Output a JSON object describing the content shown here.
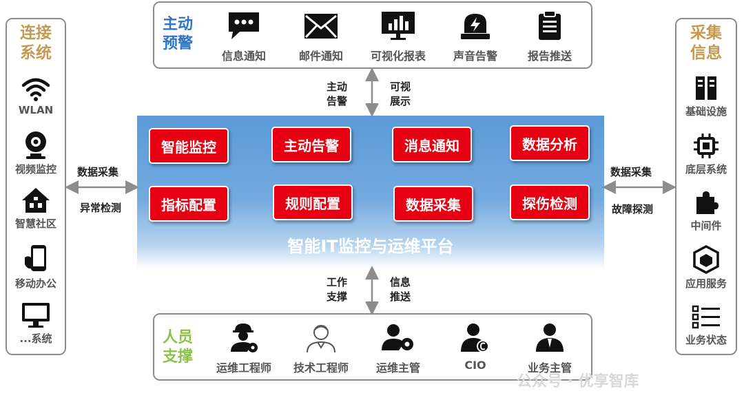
{
  "left_panel": {
    "title": [
      "连接",
      "系统"
    ],
    "items": [
      {
        "label": "WLAN",
        "icon": "wifi-icon"
      },
      {
        "label": "视频监控",
        "icon": "webcam-icon"
      },
      {
        "label": "智慧社区",
        "icon": "community-icon"
      },
      {
        "label": "移动办公",
        "icon": "mobile-phone-icon"
      },
      {
        "label": "...系统",
        "icon": "monitor-icon"
      }
    ]
  },
  "right_panel": {
    "title": [
      "采集",
      "信息"
    ],
    "items": [
      {
        "label": "基础设施",
        "icon": "server-icon"
      },
      {
        "label": "底层系统",
        "icon": "chip-icon"
      },
      {
        "label": "中间件",
        "icon": "puzzle-icon"
      },
      {
        "label": "应用服务",
        "icon": "cube-icon"
      },
      {
        "label": "业务状态",
        "icon": "list-icon"
      }
    ]
  },
  "top_panel": {
    "title": [
      "主动",
      "预警"
    ],
    "items": [
      {
        "label": "信息通知",
        "icon": "chat-bubble-icon"
      },
      {
        "label": "邮件通知",
        "icon": "envelope-icon"
      },
      {
        "label": "可视化报表",
        "icon": "report-chart-icon"
      },
      {
        "label": "声音告警",
        "icon": "alarm-siren-icon"
      },
      {
        "label": "报告推送",
        "icon": "clipboard-icon"
      }
    ]
  },
  "bottom_panel": {
    "title": [
      "人员",
      "支撑"
    ],
    "items": [
      {
        "label": "运维工程师",
        "icon": "engineer-gear-icon"
      },
      {
        "label": "技术工程师",
        "icon": "technician-icon"
      },
      {
        "label": "运维主管",
        "icon": "manager-gear-icon"
      },
      {
        "label": "CIO",
        "icon": "cio-icon"
      },
      {
        "label": "业务主管",
        "icon": "business-manager-icon"
      }
    ]
  },
  "platform": {
    "title": "智能IT监控与运维平台",
    "modules": [
      "智能监控",
      "主动告警",
      "消息通知",
      "数据分析",
      "指标配置",
      "规则配置",
      "数据采集",
      "探伤检测"
    ]
  },
  "connectors": {
    "top_left": [
      "主动",
      "告警"
    ],
    "top_right": [
      "可视",
      "展示"
    ],
    "bottom_left": [
      "工作",
      "支撑"
    ],
    "bottom_right": [
      "信息",
      "推送"
    ],
    "left_top": "数据采集",
    "left_bottom": "异常检测",
    "right_top": "数据采集",
    "right_bottom": "故障探测"
  },
  "watermark": "公众号 · 优享智库",
  "colors": {
    "accent_red": "#e60012",
    "platform_blue": "#5a9ad8",
    "title_gold": "#c49a52",
    "title_blue": "#2e74c6",
    "title_green": "#8dc048"
  }
}
